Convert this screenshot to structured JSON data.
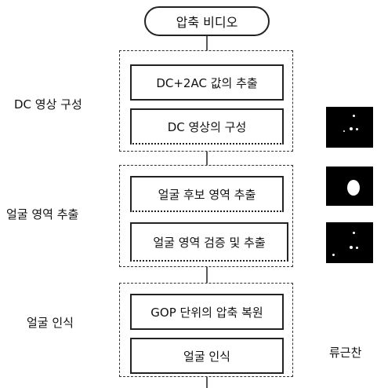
{
  "start": {
    "label": "압축 비디오"
  },
  "groups": [
    {
      "label": "DC 영상 구성",
      "steps": [
        "DC+2AC 값의 추출",
        "DC 영상의 구성"
      ]
    },
    {
      "label": "얼굴 영역 추출",
      "steps": [
        "얼굴 후보 영역 추출",
        "얼굴 영역 검증 및 추출"
      ]
    },
    {
      "label": "얼굴 인식",
      "steps": [
        "GOP 단위의 압축 복원",
        "얼굴 인식"
      ]
    }
  ],
  "side_label": "류근찬",
  "colors": {
    "line": "#222222",
    "thumb_bg": "#000000",
    "thumb_fg": "#ffffff"
  }
}
